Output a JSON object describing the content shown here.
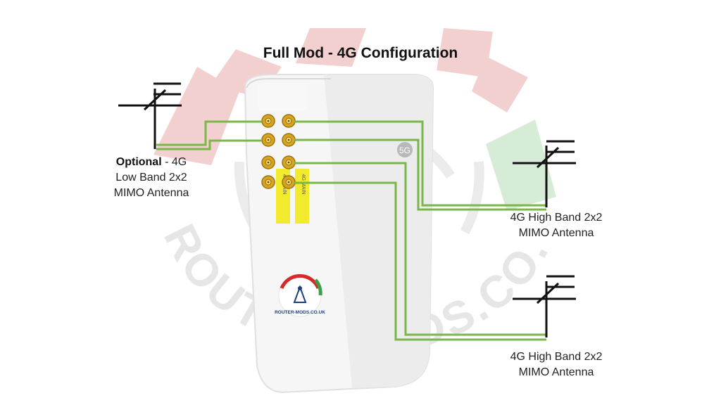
{
  "title": "Full Mod - 4G Configuration",
  "watermark": "ROUTER-MODS.CO.U",
  "router": {
    "badge": "5G",
    "sticker_left": "4G MAIN",
    "sticker_right": "4G MAIN",
    "logo_text": "ROUTER-MODS.CO.UK"
  },
  "labels": {
    "optional_bold": "Optional",
    "optional_rest": " - 4G",
    "optional_line2": "Low Band 2x2",
    "optional_line3": "MIMO Antenna",
    "hb1_line1": "4G High Band 2x2",
    "hb1_line2": "MIMO Antenna",
    "hb2_line1": "4G High Band 2x2",
    "hb2_line2": "MIMO Antenna"
  },
  "colors": {
    "cable": "#7ab648",
    "connector": "#d9a520",
    "sticker": "#f2ea2c",
    "watermark_red": "#f2c6c6",
    "watermark_green": "#cfe9cf",
    "watermark_text": "#e8e8e8"
  }
}
